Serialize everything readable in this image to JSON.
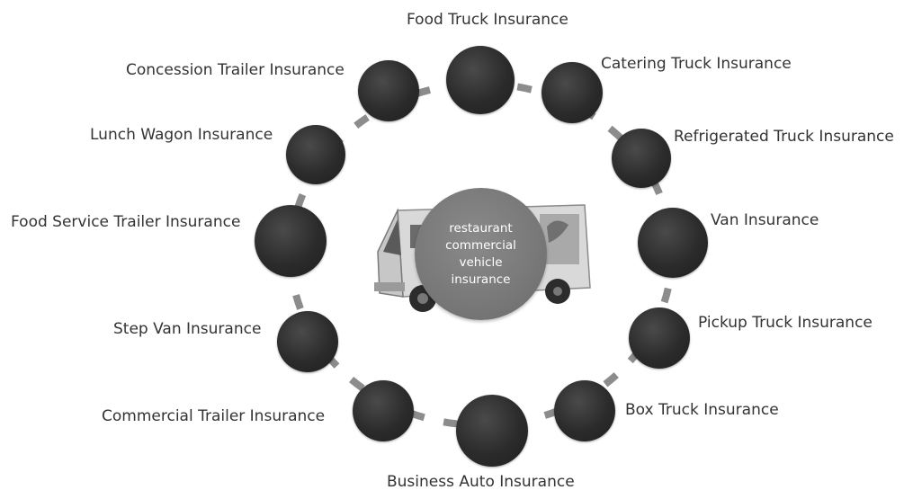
{
  "center": {
    "lines": [
      "restaurant",
      "commercial",
      "vehicle",
      "insurance"
    ]
  },
  "services": [
    "Food Truck Insurance",
    "Catering Truck Insurance",
    "Refrigerated Truck Insurance",
    "Van Insurance",
    "Pickup Truck Insurance",
    "Box Truck Insurance",
    "Business Auto Insurance",
    "Commercial Trailer Insurance",
    "Step Van Insurance",
    "Food Service Trailer Insurance",
    "Lunch Wagon Insurance",
    "Concession Trailer Insurance"
  ],
  "colors": {
    "node": "#2b2b2b",
    "hub": "#787878",
    "ring_dash": "#8c8c8c",
    "label_text": "#333333"
  }
}
